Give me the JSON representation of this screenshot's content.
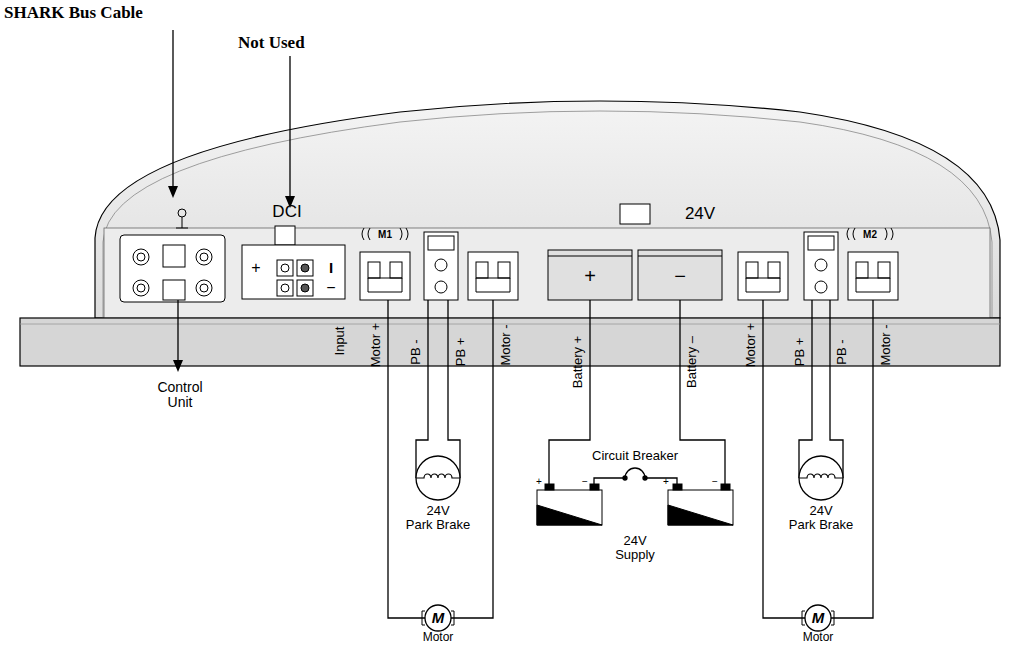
{
  "diagram": {
    "nodes": [
      {
        "text": [
          "24V Park Brake"
        ]
      },
      {
        "text": [
          "24V Park Brake"
        ]
      },
      {
        "text": [
          "M",
          "Motor"
        ]
      },
      {
        "text": [
          "M",
          "Motor"
        ]
      }
    ],
    "labels": [
      "SHARK Bus Cable",
      "Not Used",
      "Control Unit",
      "DCI",
      "+",
      "I",
      "−",
      "Input",
      "M1",
      "24V",
      "+",
      "−",
      "M2",
      "Motor +",
      "PB -",
      "PB +",
      "Motor -",
      "Battery +",
      "Battery –",
      "Circuit Breaker",
      "Motor +",
      "PB +",
      "PB -",
      "Motor -",
      "24V Supply",
      "+",
      "−",
      "+",
      "−"
    ]
  }
}
